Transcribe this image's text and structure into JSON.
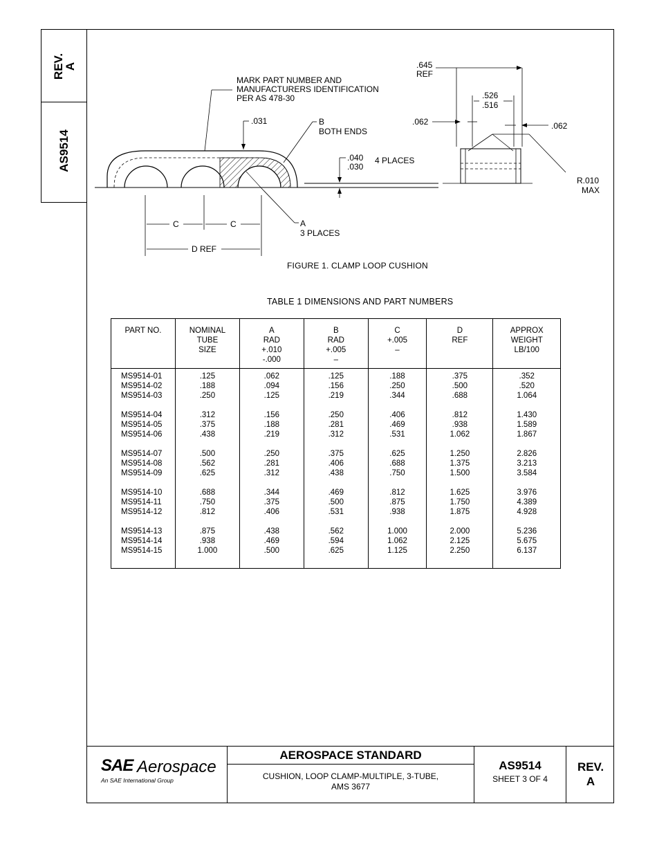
{
  "side_tab": {
    "rev": "REV.",
    "rev_letter": "A",
    "doc_number": "AS9514"
  },
  "drawing": {
    "note_mark": [
      "MARK PART NUMBER AND",
      "MANUFACTURERS IDENTIFICATION",
      "PER AS 478-30"
    ],
    "dim_031": ".031",
    "label_b": "B",
    "label_b_note": "BOTH ENDS",
    "dim_040": ".040",
    "dim_030": ".030",
    "places_4": "4 PLACES",
    "label_a": "A",
    "places_3": "3 PLACES",
    "label_c": "C",
    "label_d_ref": "D REF",
    "dim_645": ".645",
    "ref": "REF",
    "dim_526": ".526",
    "dim_516": ".516",
    "dim_062": ".062",
    "radius": "R.010",
    "max": "MAX"
  },
  "figure_caption": "FIGURE 1.  CLAMP LOOP CUSHION",
  "table_title": "TABLE 1  DIMENSIONS AND PART NUMBERS",
  "table": {
    "headers": [
      [
        "PART NO."
      ],
      [
        "NOMINAL",
        "TUBE",
        "SIZE"
      ],
      [
        "A",
        "RAD",
        "+.010",
        "-.000"
      ],
      [
        "B",
        "RAD",
        "+.005",
        "–"
      ],
      [
        "C",
        "+.005",
        "–"
      ],
      [
        "D",
        "REF"
      ],
      [
        "APPROX",
        "WEIGHT",
        "LB/100"
      ]
    ],
    "groups": [
      [
        [
          "MS9514-01",
          ".125",
          ".062",
          ".125",
          ".188",
          ".375",
          ".352"
        ],
        [
          "MS9514-02",
          ".188",
          ".094",
          ".156",
          ".250",
          ".500",
          ".520"
        ],
        [
          "MS9514-03",
          ".250",
          ".125",
          ".219",
          ".344",
          ".688",
          "1.064"
        ]
      ],
      [
        [
          "MS9514-04",
          ".312",
          ".156",
          ".250",
          ".406",
          ".812",
          "1.430"
        ],
        [
          "MS9514-05",
          ".375",
          ".188",
          ".281",
          ".469",
          ".938",
          "1.589"
        ],
        [
          "MS9514-06",
          ".438",
          ".219",
          ".312",
          ".531",
          "1.062",
          "1.867"
        ]
      ],
      [
        [
          "MS9514-07",
          ".500",
          ".250",
          ".375",
          ".625",
          "1.250",
          "2.826"
        ],
        [
          "MS9514-08",
          ".562",
          ".281",
          ".406",
          ".688",
          "1.375",
          "3.213"
        ],
        [
          "MS9514-09",
          ".625",
          ".312",
          ".438",
          ".750",
          "1.500",
          "3.584"
        ]
      ],
      [
        [
          "MS9514-10",
          ".688",
          ".344",
          ".469",
          ".812",
          "1.625",
          "3.976"
        ],
        [
          "MS9514-11",
          ".750",
          ".375",
          ".500",
          ".875",
          "1.750",
          "4.389"
        ],
        [
          "MS9514-12",
          ".812",
          ".406",
          ".531",
          ".938",
          "1.875",
          "4.928"
        ]
      ],
      [
        [
          "MS9514-13",
          ".875",
          ".438",
          ".562",
          "1.000",
          "2.000",
          "5.236"
        ],
        [
          "MS9514-14",
          ".938",
          ".469",
          ".594",
          "1.062",
          "2.125",
          "5.675"
        ],
        [
          "MS9514-15",
          "1.000",
          ".500",
          ".625",
          "1.125",
          "2.250",
          "6.137"
        ]
      ]
    ]
  },
  "title_block": {
    "logo_sae": "SAE",
    "logo_aerospace": "Aerospace",
    "logo_tagline": "An SAE International Group",
    "standard": "AEROSPACE STANDARD",
    "description_line1": "CUSHION, LOOP CLAMP-MULTIPLE, 3-TUBE,",
    "description_line2": "AMS 3677",
    "doc_number": "AS9514",
    "sheet": "SHEET 3 OF 4",
    "rev": "REV.",
    "rev_letter": "A"
  }
}
